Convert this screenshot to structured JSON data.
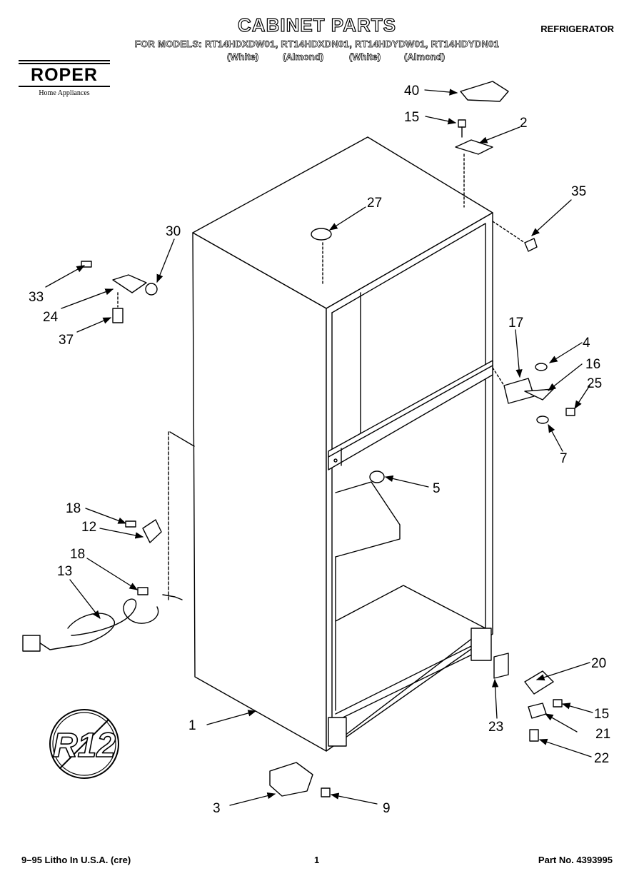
{
  "header": {
    "title": "CABINET PARTS",
    "category": "REFRIGERATOR",
    "models_line": "FOR MODELS: RT14HDXDW01, RT14HDXDN01, RT14HDYDW01, RT14HDYDN01",
    "model_colors": [
      "(White)",
      "(Almond)",
      "(White)",
      "(Almond)"
    ]
  },
  "logo": {
    "brand": "ROPER",
    "tagline": "Home Appliances"
  },
  "callouts": {
    "c40": "40",
    "c15a": "15",
    "c2": "2",
    "c35": "35",
    "c27": "27",
    "c30": "30",
    "c33": "33",
    "c24": "24",
    "c37": "37",
    "c17": "17",
    "c4": "4",
    "c16": "16",
    "c25": "25",
    "c7": "7",
    "c5": "5",
    "c18a": "18",
    "c12": "12",
    "c18b": "18",
    "c13": "13",
    "c20": "20",
    "c15b": "15",
    "c23": "23",
    "c21": "21",
    "c22": "22",
    "c1": "1",
    "c3": "3",
    "c9": "9"
  },
  "badge": {
    "text": "R12"
  },
  "footer": {
    "print_info": "9–95 Litho In U.S.A. (cre)",
    "page_number": "1",
    "part_number": "Part No. 4393995"
  }
}
